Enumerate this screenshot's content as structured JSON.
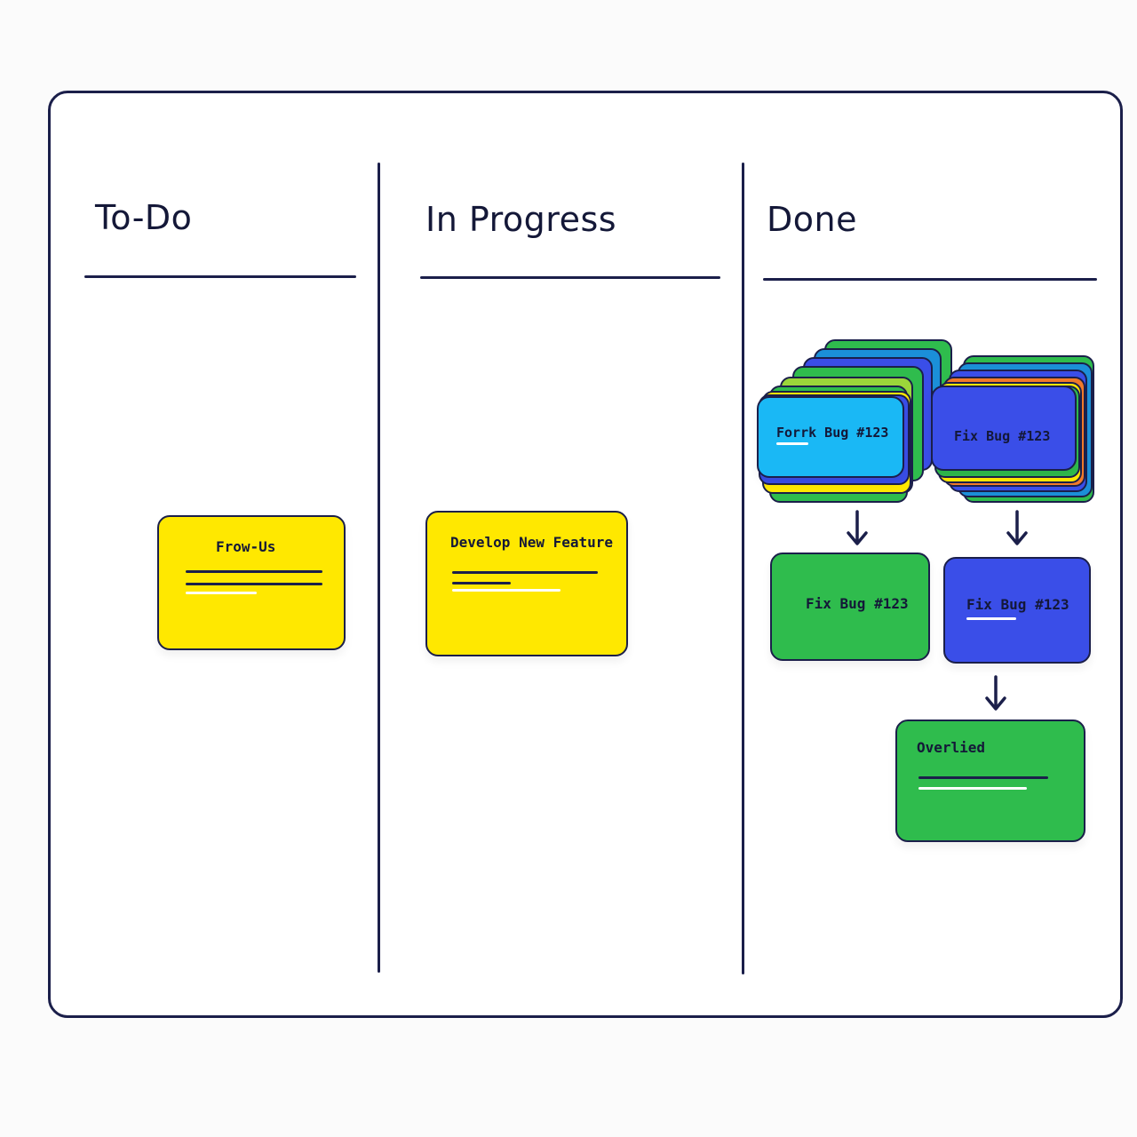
{
  "colors": {
    "ink": "#1b1f4a",
    "yellow": "#ffe800",
    "cyan": "#1ab8f5",
    "blue": "#3a4ee8",
    "green": "#2fbc4d"
  },
  "columns": [
    {
      "title": "To-Do"
    },
    {
      "title": "In Progress"
    },
    {
      "title": "Done"
    }
  ],
  "todo": {
    "card_title": "Frow-Us"
  },
  "in_progress": {
    "card_title": "Develop New Feature"
  },
  "done": {
    "stack_left_title": "Forrk Bug #123",
    "stack_right_title": "Fix Bug #123",
    "card_green_title": "Fix Bug #123",
    "card_blue_title": "Fix Bug #123",
    "card_bottom_title": "Overlied"
  }
}
